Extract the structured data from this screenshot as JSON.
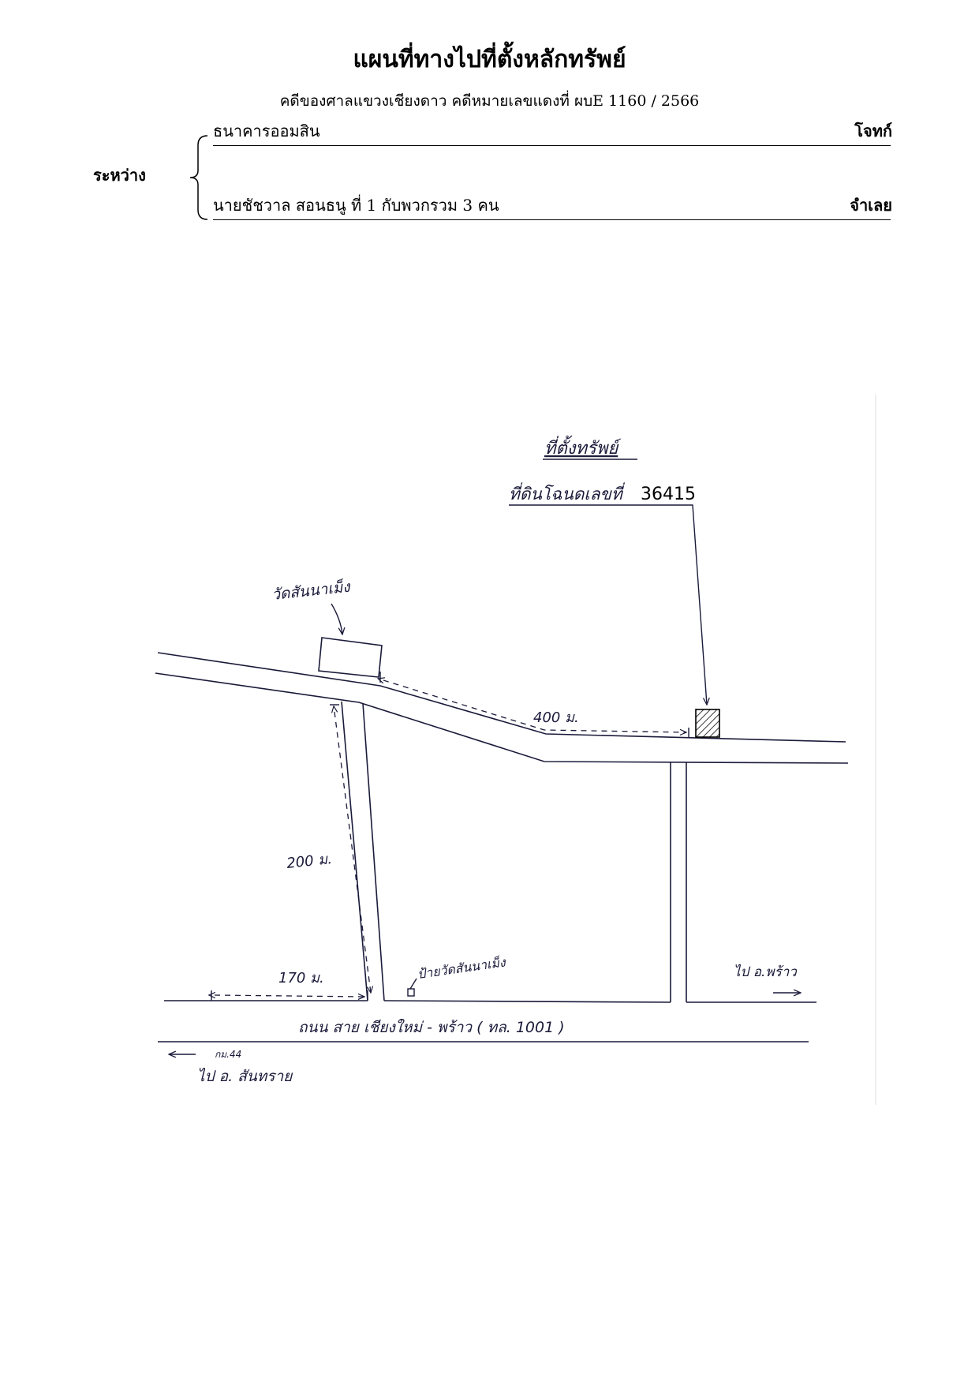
{
  "header": {
    "title": "แผนที่ทางไปที่ตั้งหลักทรัพย์",
    "subtitle": "คดีของศาลแขวงเชียงดาว   คดีหมายเลขแดงที่   ผบE 1160 / 2566"
  },
  "parties": {
    "between_label": "ระหว่าง",
    "plaintiff_name": "ธนาคารออมสิน",
    "plaintiff_role": "โจทก์",
    "defendant_name": "นายชัชวาล  สอนธนู  ที่ 1  กับพวกรวม 3 คน",
    "defendant_role": "จำเลย"
  },
  "map": {
    "property_heading": "ที่ตั้งทรัพย์",
    "property_deed": "ที่ดินโฉนดเลขที่",
    "deed_number": "36415",
    "temple_label": "วัดสันนาเม็ง",
    "distance_400": "400 ม.",
    "distance_200": "200 ม.",
    "distance_170": "170 ม.",
    "temple_sign": "ป้ายวัดสันนาเม็ง",
    "to_phrao": "ไป อ.พร้าว",
    "main_road": "ถนน สาย เชียงใหม่ - พร้าว   ( ทล. 1001 )",
    "km_marker": "กม.44",
    "to_sansai": "ไป อ. สันทราย",
    "colors": {
      "ink": "#1a1a3a",
      "hatch": "#000000"
    }
  }
}
